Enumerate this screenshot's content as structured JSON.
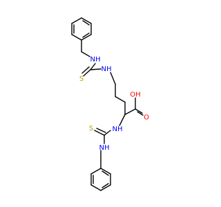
{
  "molecule": {
    "atoms": [
      {
        "id": "n1",
        "text": "NH",
        "element": "N"
      },
      {
        "id": "s1",
        "text": "S",
        "element": "S"
      },
      {
        "id": "n2",
        "text": "NH",
        "element": "N"
      },
      {
        "id": "oh",
        "text": "OH",
        "element": "O"
      },
      {
        "id": "o1",
        "text": "O",
        "element": "O"
      },
      {
        "id": "n3",
        "text": "NH",
        "element": "N"
      },
      {
        "id": "s2",
        "text": "S",
        "element": "S"
      },
      {
        "id": "n4",
        "text": "NH",
        "element": "N"
      }
    ]
  },
  "colors": {
    "N": "#0000ff",
    "O": "#ff0000",
    "S": "#b8a000",
    "bond": "#000000"
  }
}
